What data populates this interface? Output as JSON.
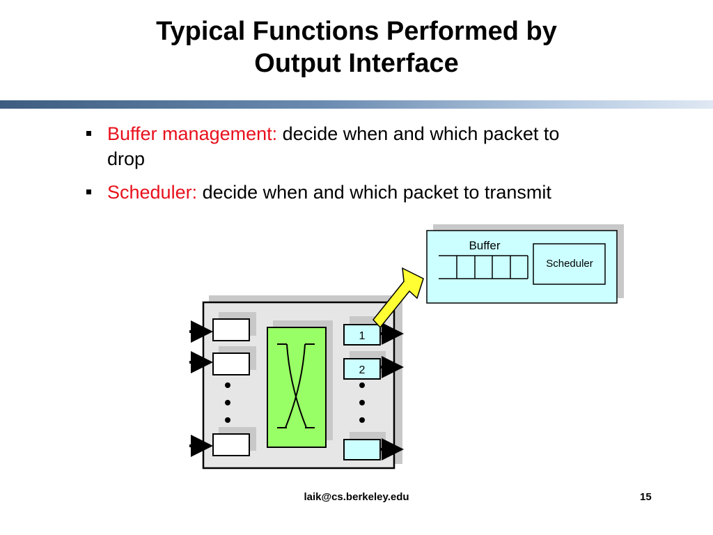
{
  "slide": {
    "title_line1": "Typical Functions Performed by",
    "title_line2": "Output Interface",
    "bullets": [
      {
        "term": "Buffer management:",
        "text": " decide when and which packet to drop"
      },
      {
        "term": "Scheduler:",
        "text": " decide when and which packet to transmit"
      }
    ],
    "footer": {
      "email": "laik@cs.berkeley.edu",
      "page_number": "15"
    }
  },
  "diagram": {
    "zoom_box": {
      "buffer_label": "Buffer",
      "scheduler_label": "Scheduler"
    },
    "output_ports": {
      "port1_label": "1",
      "port2_label": "2"
    }
  },
  "colors": {
    "bullet_term": "#e8101c",
    "switch_fabric": "#99ff66",
    "output_port": "#ccffff",
    "router_body": "#e6e6e6",
    "callout": "#ffff33"
  }
}
